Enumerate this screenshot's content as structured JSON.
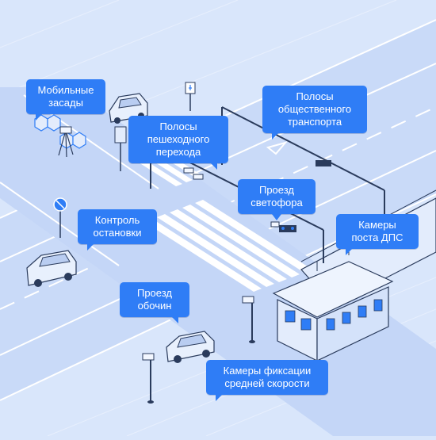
{
  "diagram": {
    "colors": {
      "background": "#d9e6fb",
      "road": "#c7d8f7",
      "line": "#ffffff",
      "outline": "#2a3b5c",
      "accent": "#2f7df6"
    },
    "labels": {
      "mobile_ambush": "Мобильные\nзасады",
      "crosswalk": "Полосы\nпешеходного\nперехода",
      "public_transport": "Полосы\nобщественного\nтранспорта",
      "traffic_light": "Проезд\nсветофора",
      "stop_control": "Контроль\nостановки",
      "police_post_cameras": "Камеры\nпоста ДПС",
      "shoulder": "Проезд\nобочин",
      "avg_speed_cameras": "Камеры фиксации\nсредней скорости"
    }
  }
}
